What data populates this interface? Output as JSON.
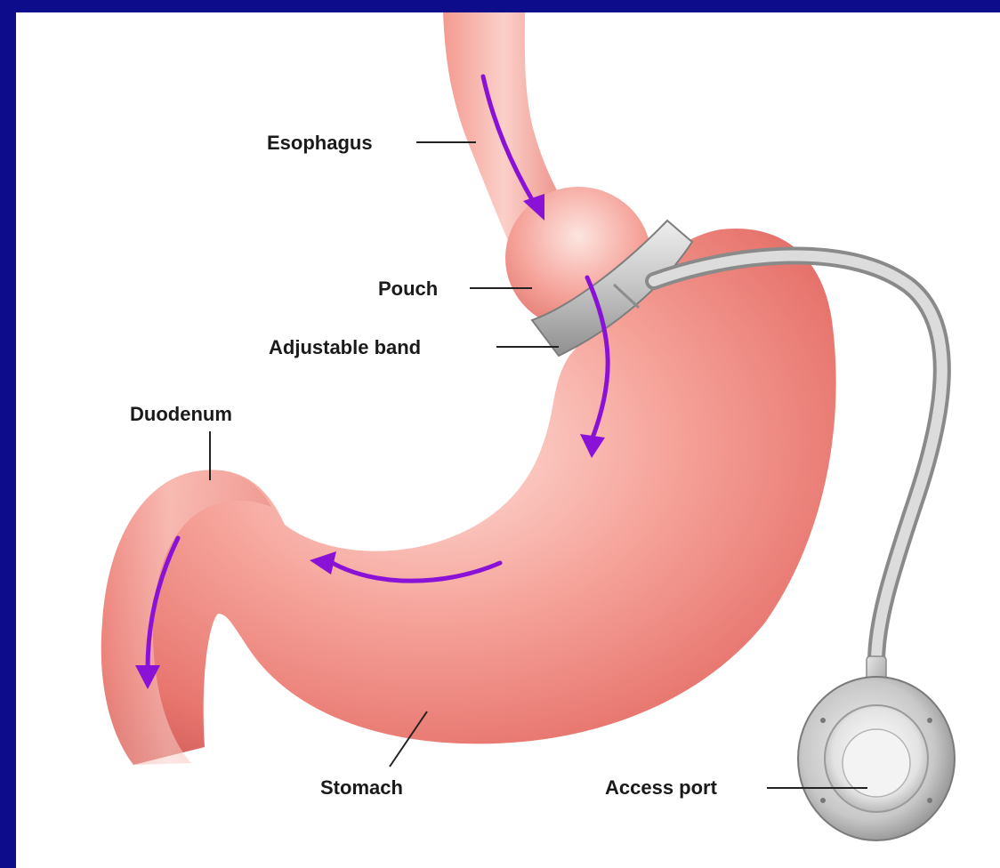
{
  "labels": {
    "esophagus": "Esophagus",
    "pouch": "Pouch",
    "band": "Adjustable band",
    "duodenum": "Duodenum",
    "stomach": "Stomach",
    "port": "Access port"
  },
  "colors": {
    "frame": "#0d0d8c",
    "background": "#ffffff",
    "tissue": "#f08a84",
    "tissue_light": "#fbd2cc",
    "tissue_dark": "#d6625d",
    "band": "#c9c9c9",
    "flow_arrow": "#8a12d6"
  },
  "icons": [
    "flow-arrow-icon",
    "access-port-icon"
  ]
}
